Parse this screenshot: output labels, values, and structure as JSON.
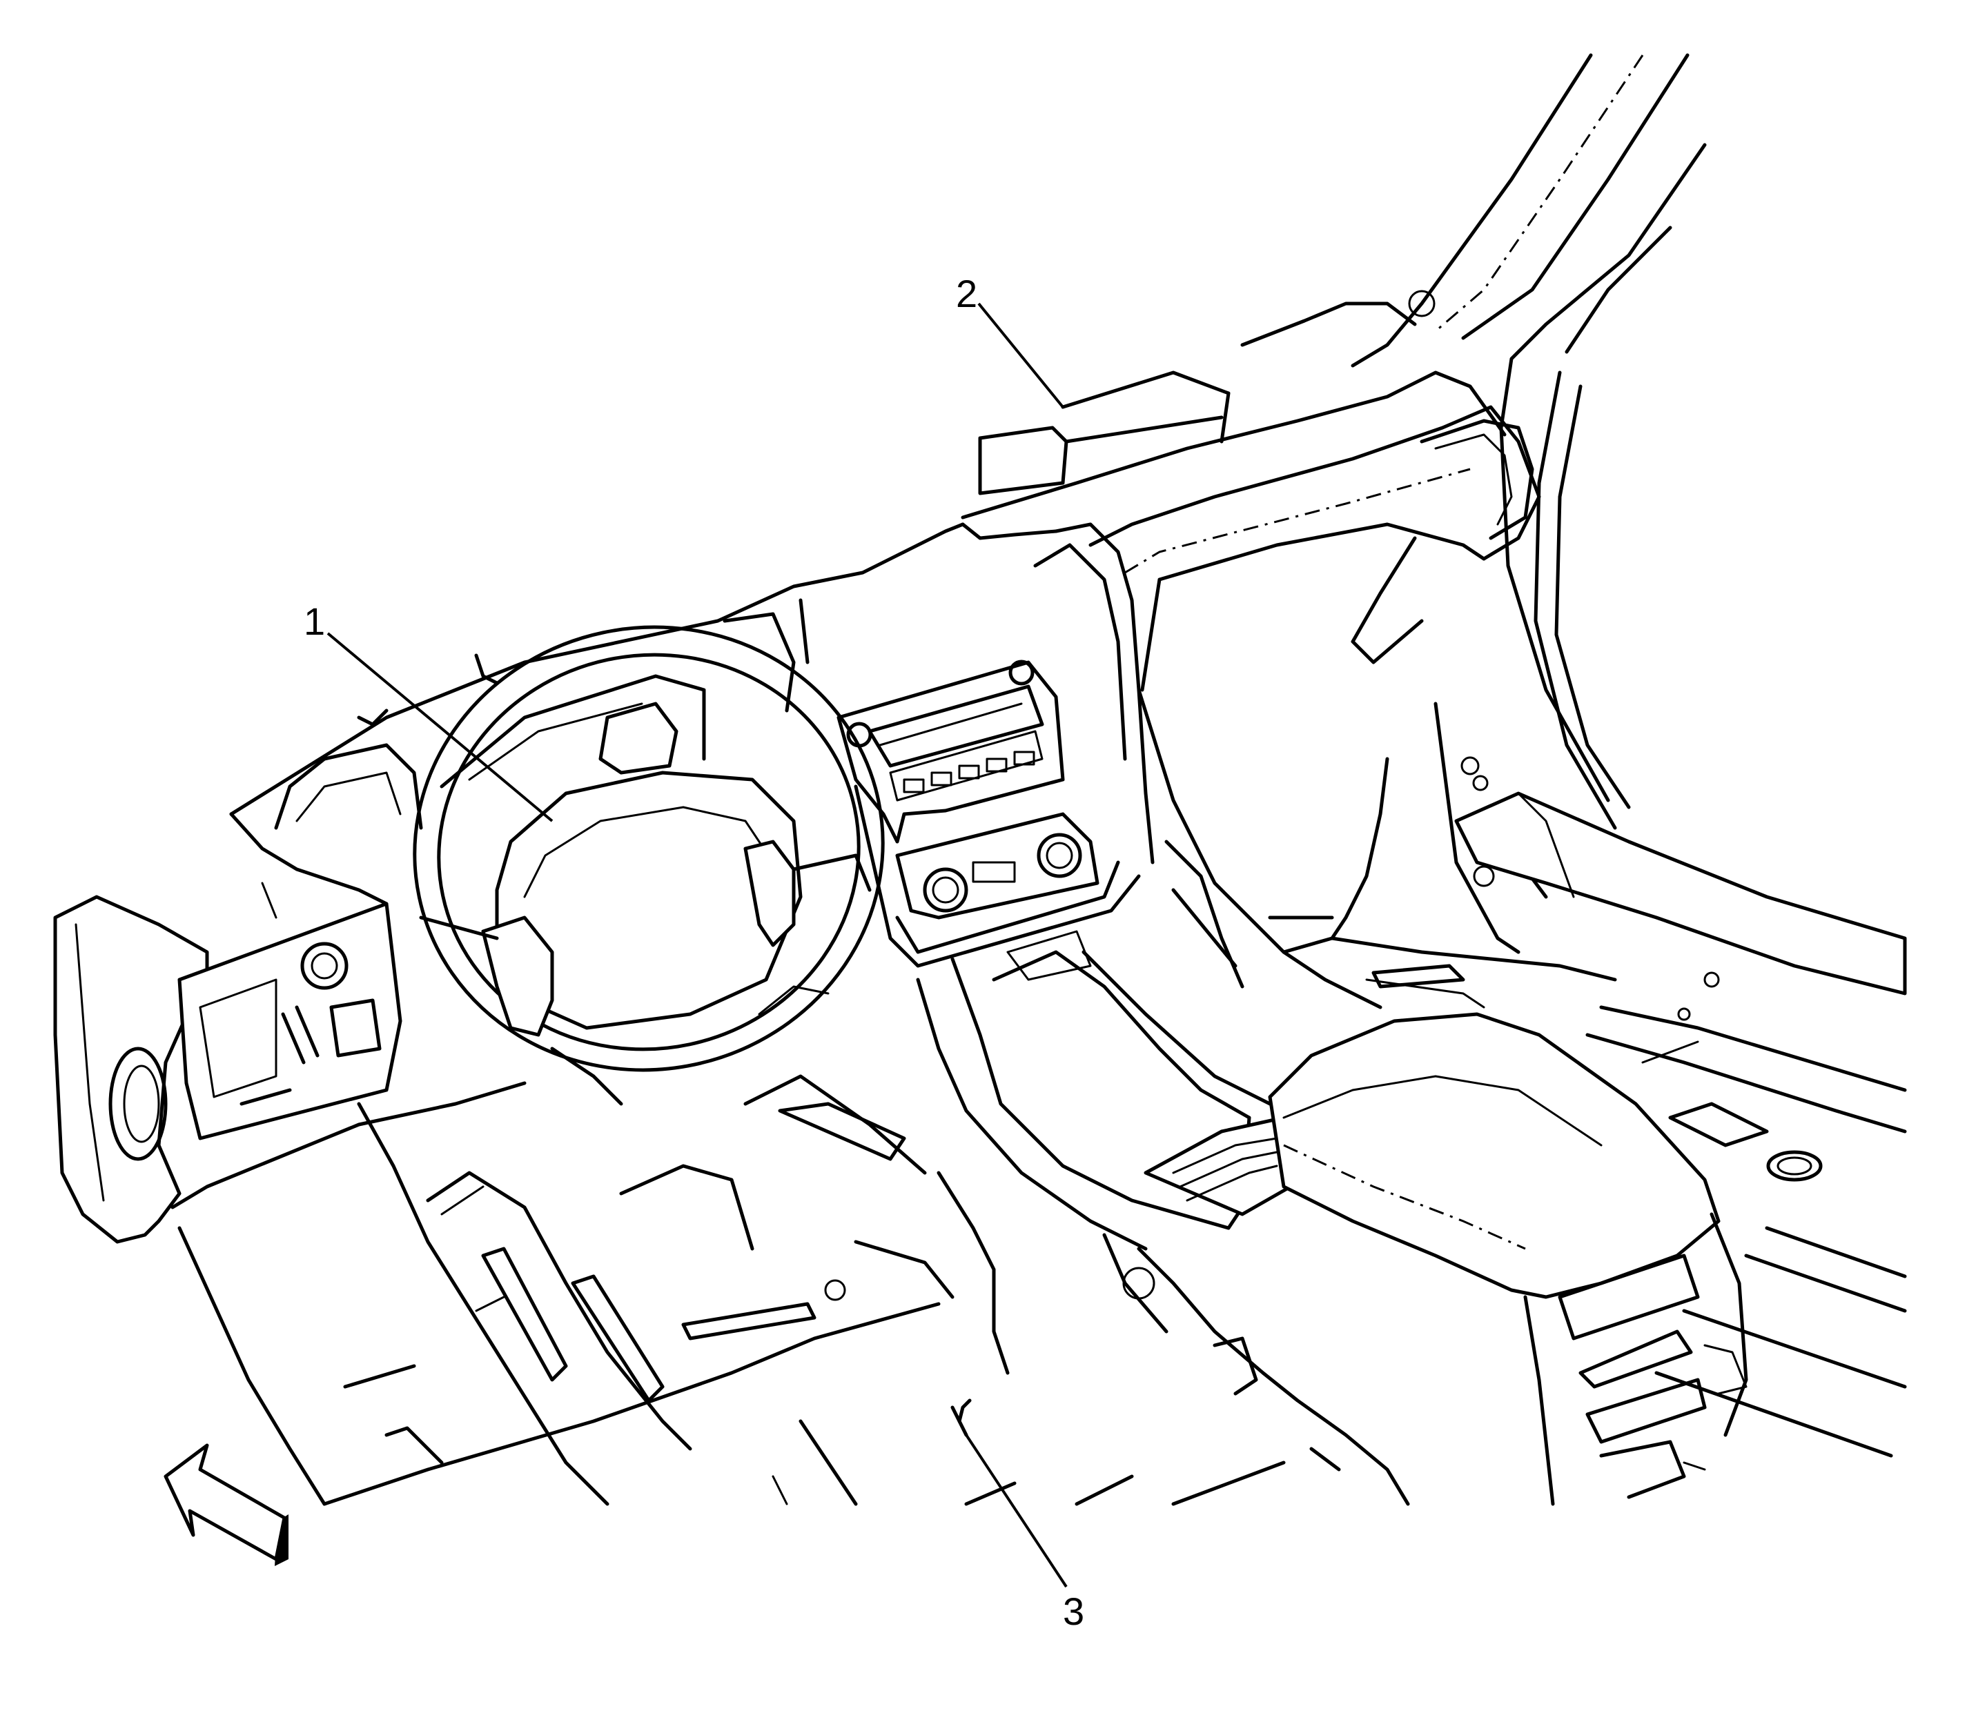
{
  "callouts": [
    {
      "id": "1",
      "label": "1"
    },
    {
      "id": "2",
      "label": "2"
    },
    {
      "id": "3",
      "label": "3"
    }
  ],
  "direction_arrow_icon": "front-direction-arrow-icon"
}
